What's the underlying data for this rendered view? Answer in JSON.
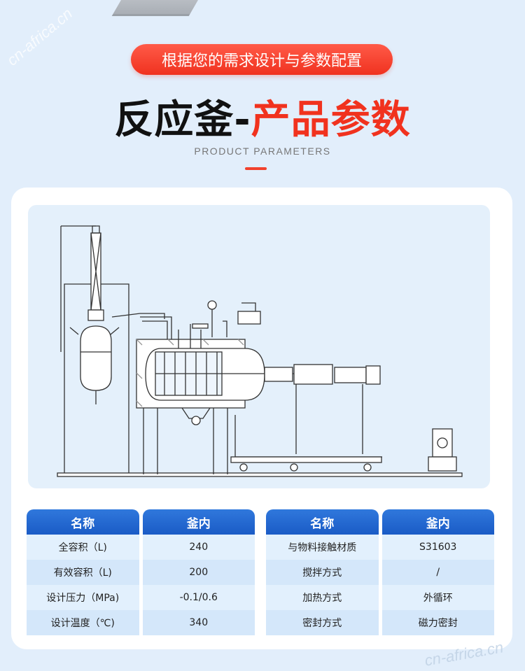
{
  "header": {
    "badge": "根据您的需求设计与参数配置",
    "title_black": "反应釜-",
    "title_red": "产品参数",
    "subtitle": "PRODUCT PARAMETERS",
    "watermark": "cn-africa.cn"
  },
  "colors": {
    "accent_red": "#f1321e",
    "table_blue": "#1a5bc6",
    "background": "#e2eefb"
  },
  "tables": [
    {
      "headers": [
        "名称",
        "釜内"
      ],
      "rows": [
        [
          "全容积（L)",
          "240"
        ],
        [
          "有效容积（L)",
          "200"
        ],
        [
          "设计压力（MPa)",
          "-0.1/0.6"
        ],
        [
          "设计温度（℃)",
          "340"
        ]
      ]
    },
    {
      "headers": [
        "名称",
        "釜内"
      ],
      "rows": [
        [
          "与物料接触材质",
          "S31603"
        ],
        [
          "搅拌方式",
          "/"
        ],
        [
          "加热方式",
          "外循环"
        ],
        [
          "密封方式",
          "磁力密封"
        ]
      ]
    }
  ]
}
